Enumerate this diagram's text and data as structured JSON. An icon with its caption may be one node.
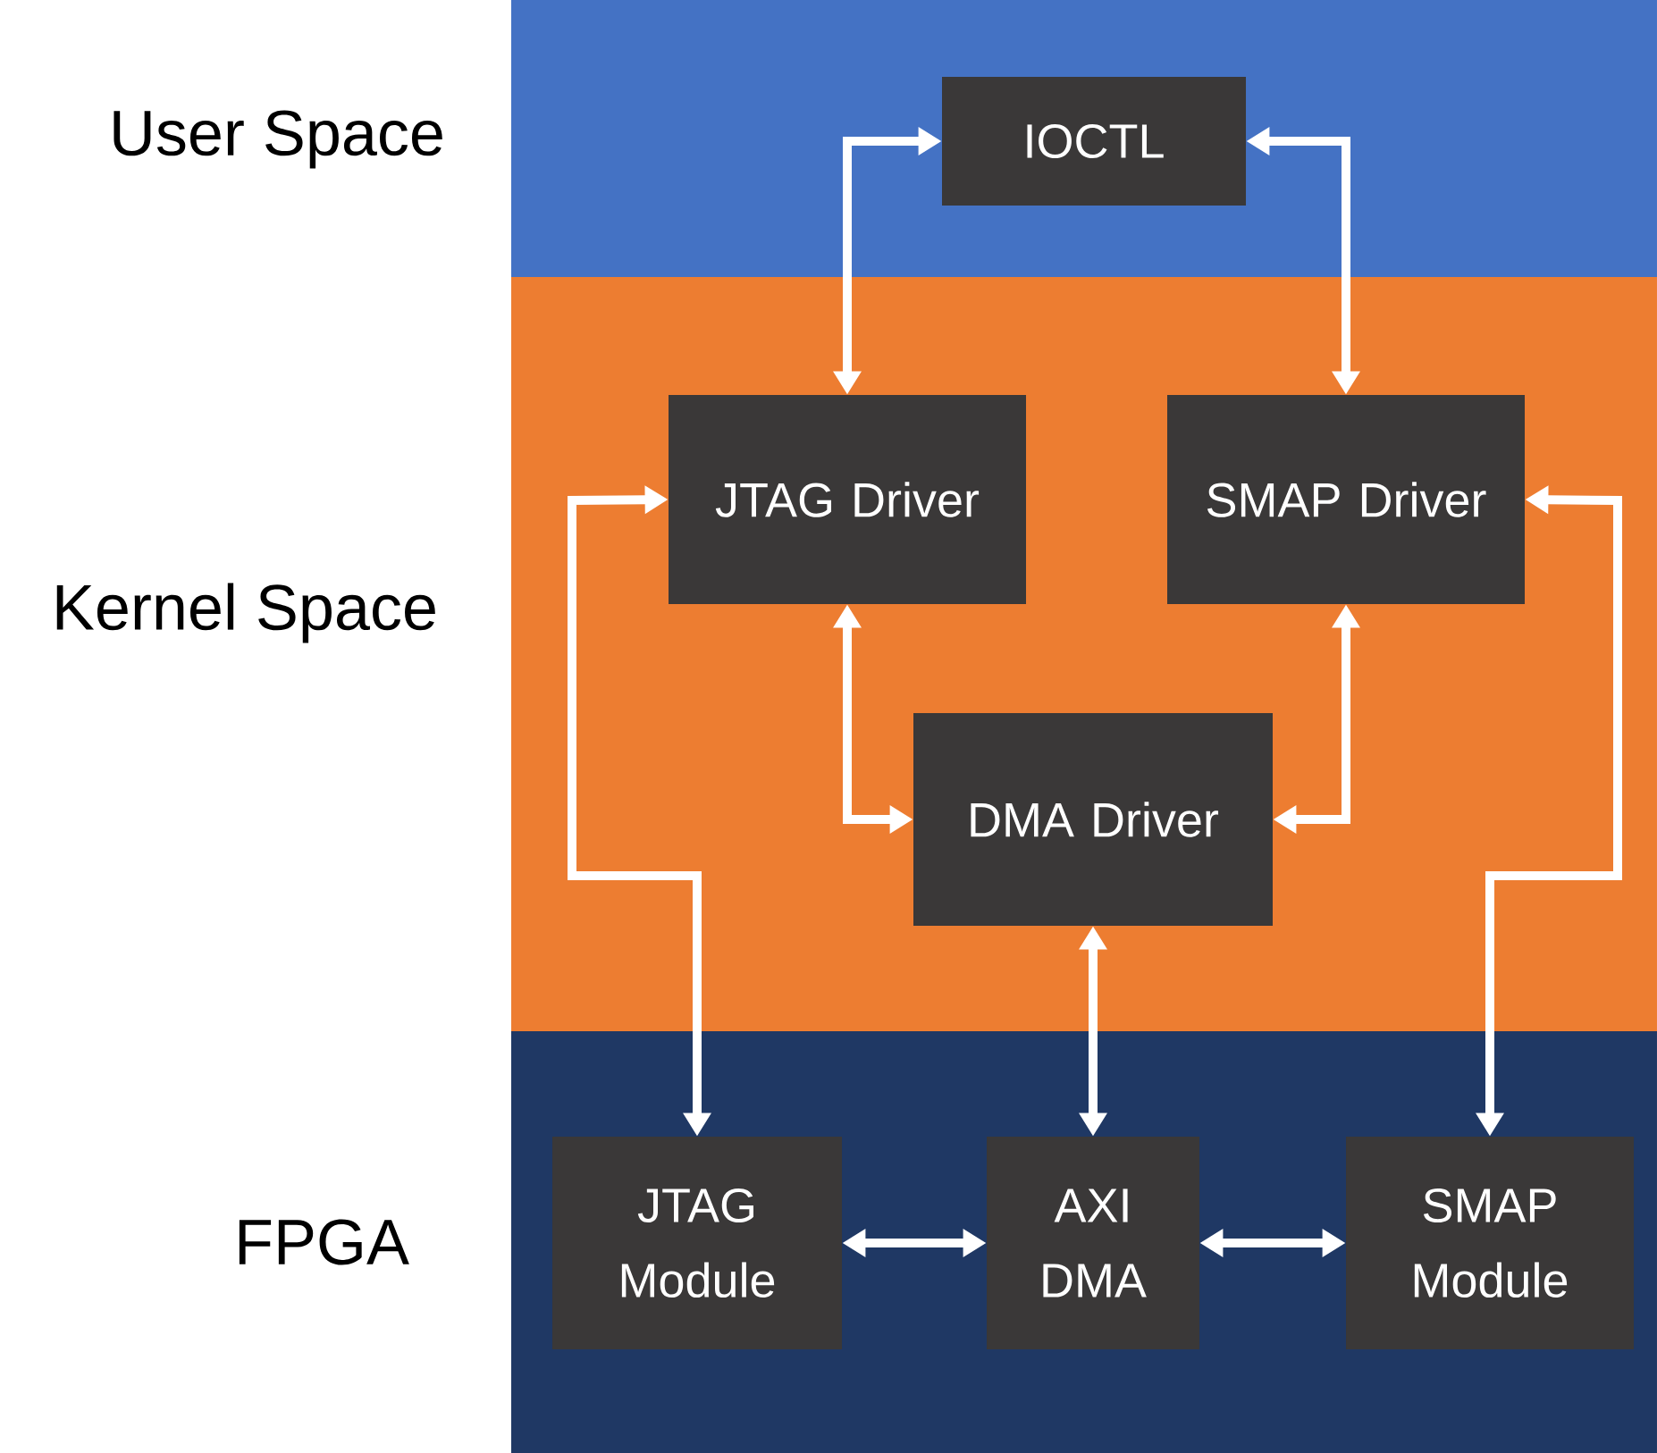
{
  "diagram": {
    "nodes": [
      {
        "text": [
          "User Space"
        ]
      },
      {
        "text": [
          "IOCTL"
        ],
        "in": 0
      },
      {
        "text": [
          "Kernel Space"
        ]
      },
      {
        "text": [
          "JTAG Driver"
        ],
        "in": 2
      },
      {
        "text": [
          "SMAP Driver"
        ],
        "in": 2
      },
      {
        "text": [
          "DMA Driver"
        ],
        "in": 2
      },
      {
        "text": [
          "FPGA"
        ]
      },
      {
        "text": [
          "JTAG Module"
        ],
        "in": 6
      },
      {
        "text": [
          "AXI DMA"
        ],
        "in": 6
      },
      {
        "text": [
          "SMAP Module"
        ],
        "in": 6
      }
    ],
    "edges": [
      {
        "from": 1,
        "to": 3,
        "arrow": "both"
      },
      {
        "from": 1,
        "to": 4,
        "arrow": "both"
      },
      {
        "from": 3,
        "to": 5,
        "arrow": "both"
      },
      {
        "from": 4,
        "to": 5,
        "arrow": "both"
      },
      {
        "from": 3,
        "to": 7,
        "arrow": "both"
      },
      {
        "from": 4,
        "to": 9,
        "arrow": "both"
      },
      {
        "from": 5,
        "to": 8,
        "arrow": "both"
      },
      {
        "from": 7,
        "to": 8,
        "arrow": "both"
      },
      {
        "from": 8,
        "to": 9,
        "arrow": "both"
      }
    ]
  }
}
